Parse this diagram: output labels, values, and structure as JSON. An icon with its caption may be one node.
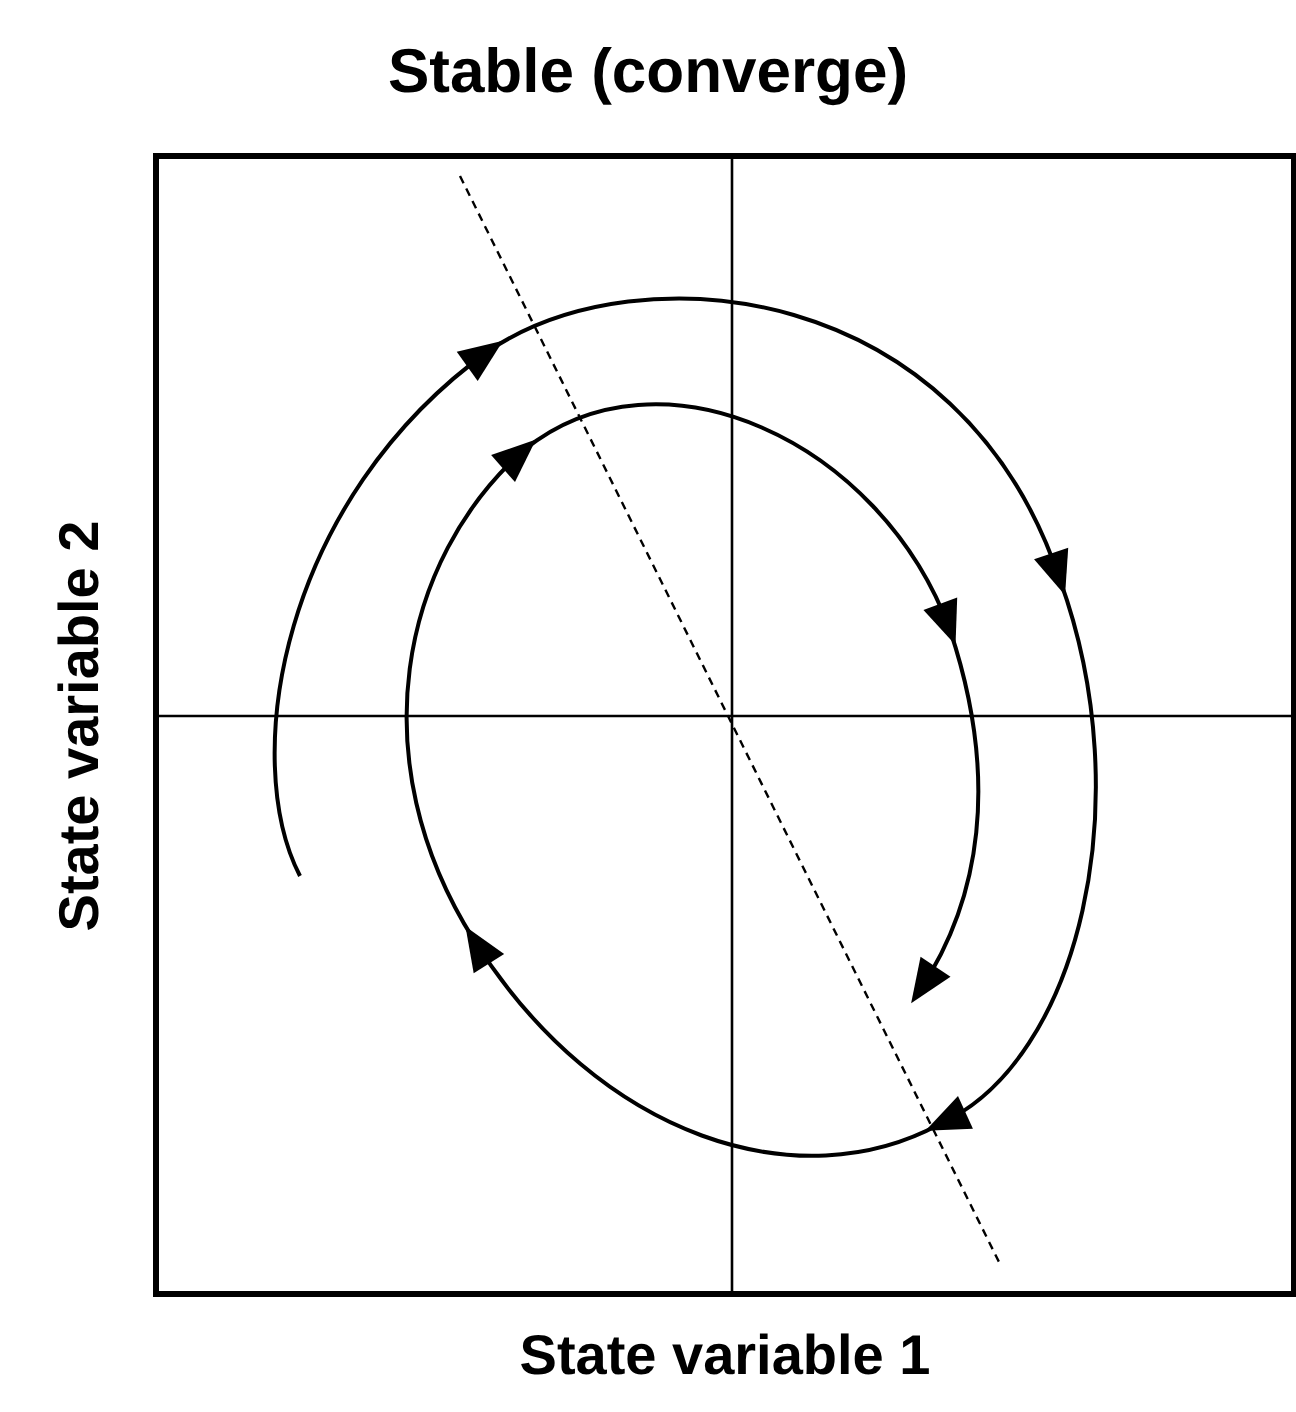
{
  "diagram": {
    "title": "Stable (converge)",
    "labels": [
      "State variable 2",
      "State variable 1"
    ]
  }
}
